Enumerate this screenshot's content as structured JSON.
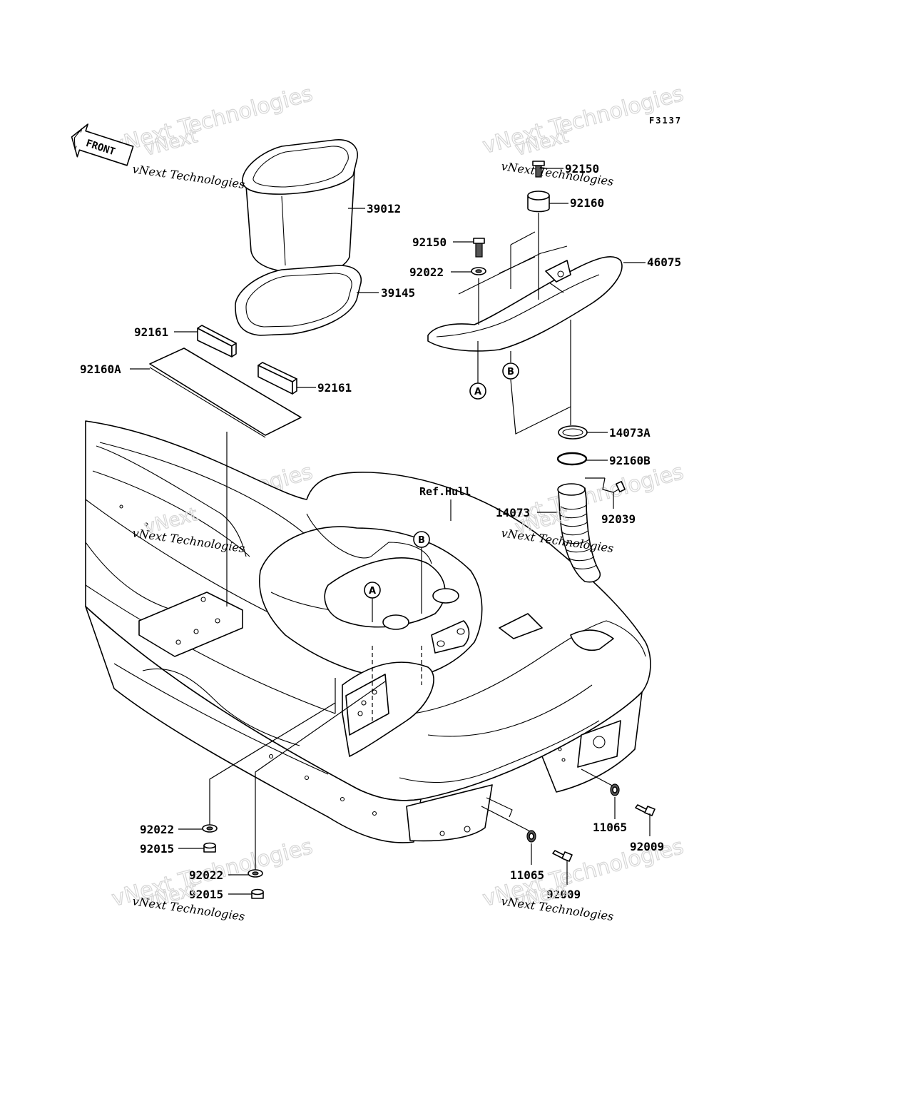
{
  "figure_code": "F3137",
  "front_label": "FRONT",
  "reference_label": "Ref.Hull",
  "callouts": [
    {
      "label": "39012"
    },
    {
      "label": "39145"
    },
    {
      "label": "92161"
    },
    {
      "label": "92160A"
    },
    {
      "label": "92161"
    },
    {
      "label": "92150"
    },
    {
      "label": "92160"
    },
    {
      "label": "92150"
    },
    {
      "label": "92022"
    },
    {
      "label": "46075"
    },
    {
      "label": "14073A"
    },
    {
      "label": "92160B"
    },
    {
      "label": "14073"
    },
    {
      "label": "92039"
    },
    {
      "label": "92022"
    },
    {
      "label": "92015"
    },
    {
      "label": "92022"
    },
    {
      "label": "92015"
    },
    {
      "label": "11065"
    },
    {
      "label": "92009"
    },
    {
      "label": "11065"
    },
    {
      "label": "92009"
    }
  ],
  "markers": {
    "A": "A",
    "B": "B"
  },
  "watermark": {
    "line1": "vNext Technologies",
    "big": "vNext Technologies",
    "small": "vNext"
  }
}
